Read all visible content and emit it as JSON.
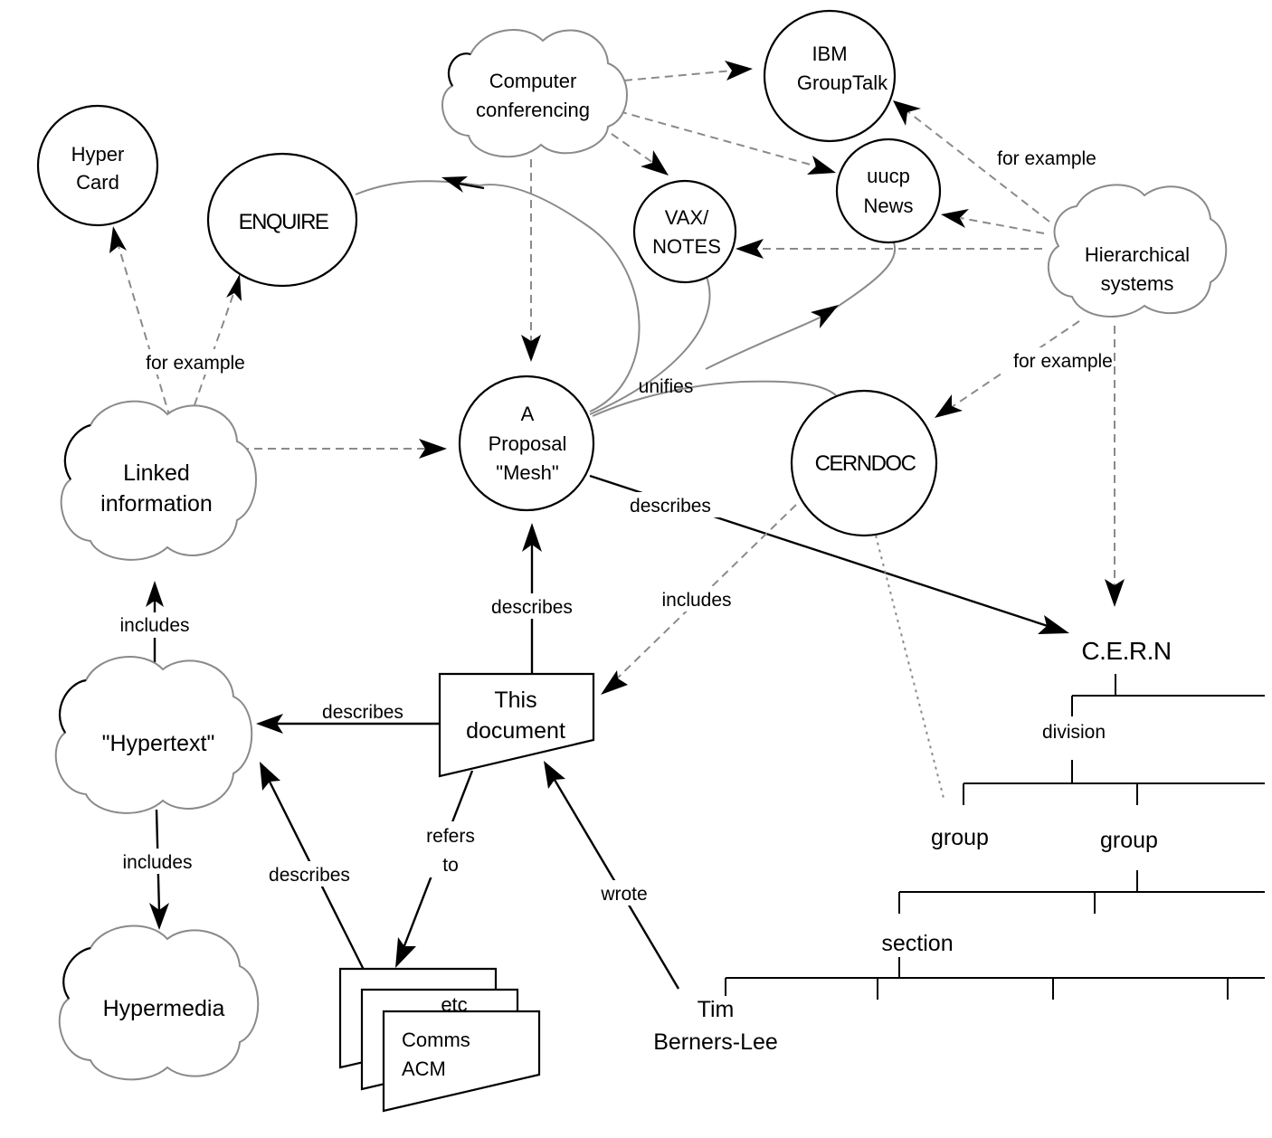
{
  "nodes": {
    "hypercard": [
      "Hyper",
      "Card"
    ],
    "enquire": [
      "ENQUIRE"
    ],
    "computer_conferencing": [
      "Computer",
      "conferencing"
    ],
    "ibm_grouptalk": [
      "IBM",
      "GroupTalk"
    ],
    "vax_notes": [
      "VAX/",
      "NOTES"
    ],
    "uucp_news": [
      "uucp",
      "News"
    ],
    "hierarchical_systems": [
      "Hierarchical",
      "systems"
    ],
    "linked_information": [
      "Linked",
      "information"
    ],
    "mesh": [
      "A",
      "Proposal",
      "\"Mesh\""
    ],
    "cerndoc": [
      "CERNDOC"
    ],
    "hypertext": [
      "\"Hypertext\""
    ],
    "this_document": [
      "This",
      "document"
    ],
    "hypermedia": [
      "Hypermedia"
    ],
    "papers_front": [
      "Comms",
      "ACM"
    ],
    "papers_back": [
      "etc"
    ],
    "author": [
      "Tim",
      "Berners-Lee"
    ]
  },
  "edge_labels": {
    "for_example_left": "for example",
    "for_example_top_right": "for example",
    "for_example_right": "for example",
    "unifies": "unifies",
    "describes_mesh_cern": "describes",
    "describes_doc_mesh": "describes",
    "includes_cerndoc_doc": "includes",
    "includes_hypertext_linked": "includes",
    "describes_doc_hypertext": "describes",
    "includes_hypertext_hypermedia": "includes",
    "describes_papers_hypertext": "describes",
    "refers_to": [
      "refers",
      "to"
    ],
    "wrote": "wrote"
  },
  "org_tree": {
    "root": "C.E.R.N",
    "division": "division",
    "group_left": "group",
    "group_right": "group",
    "section": "section"
  }
}
